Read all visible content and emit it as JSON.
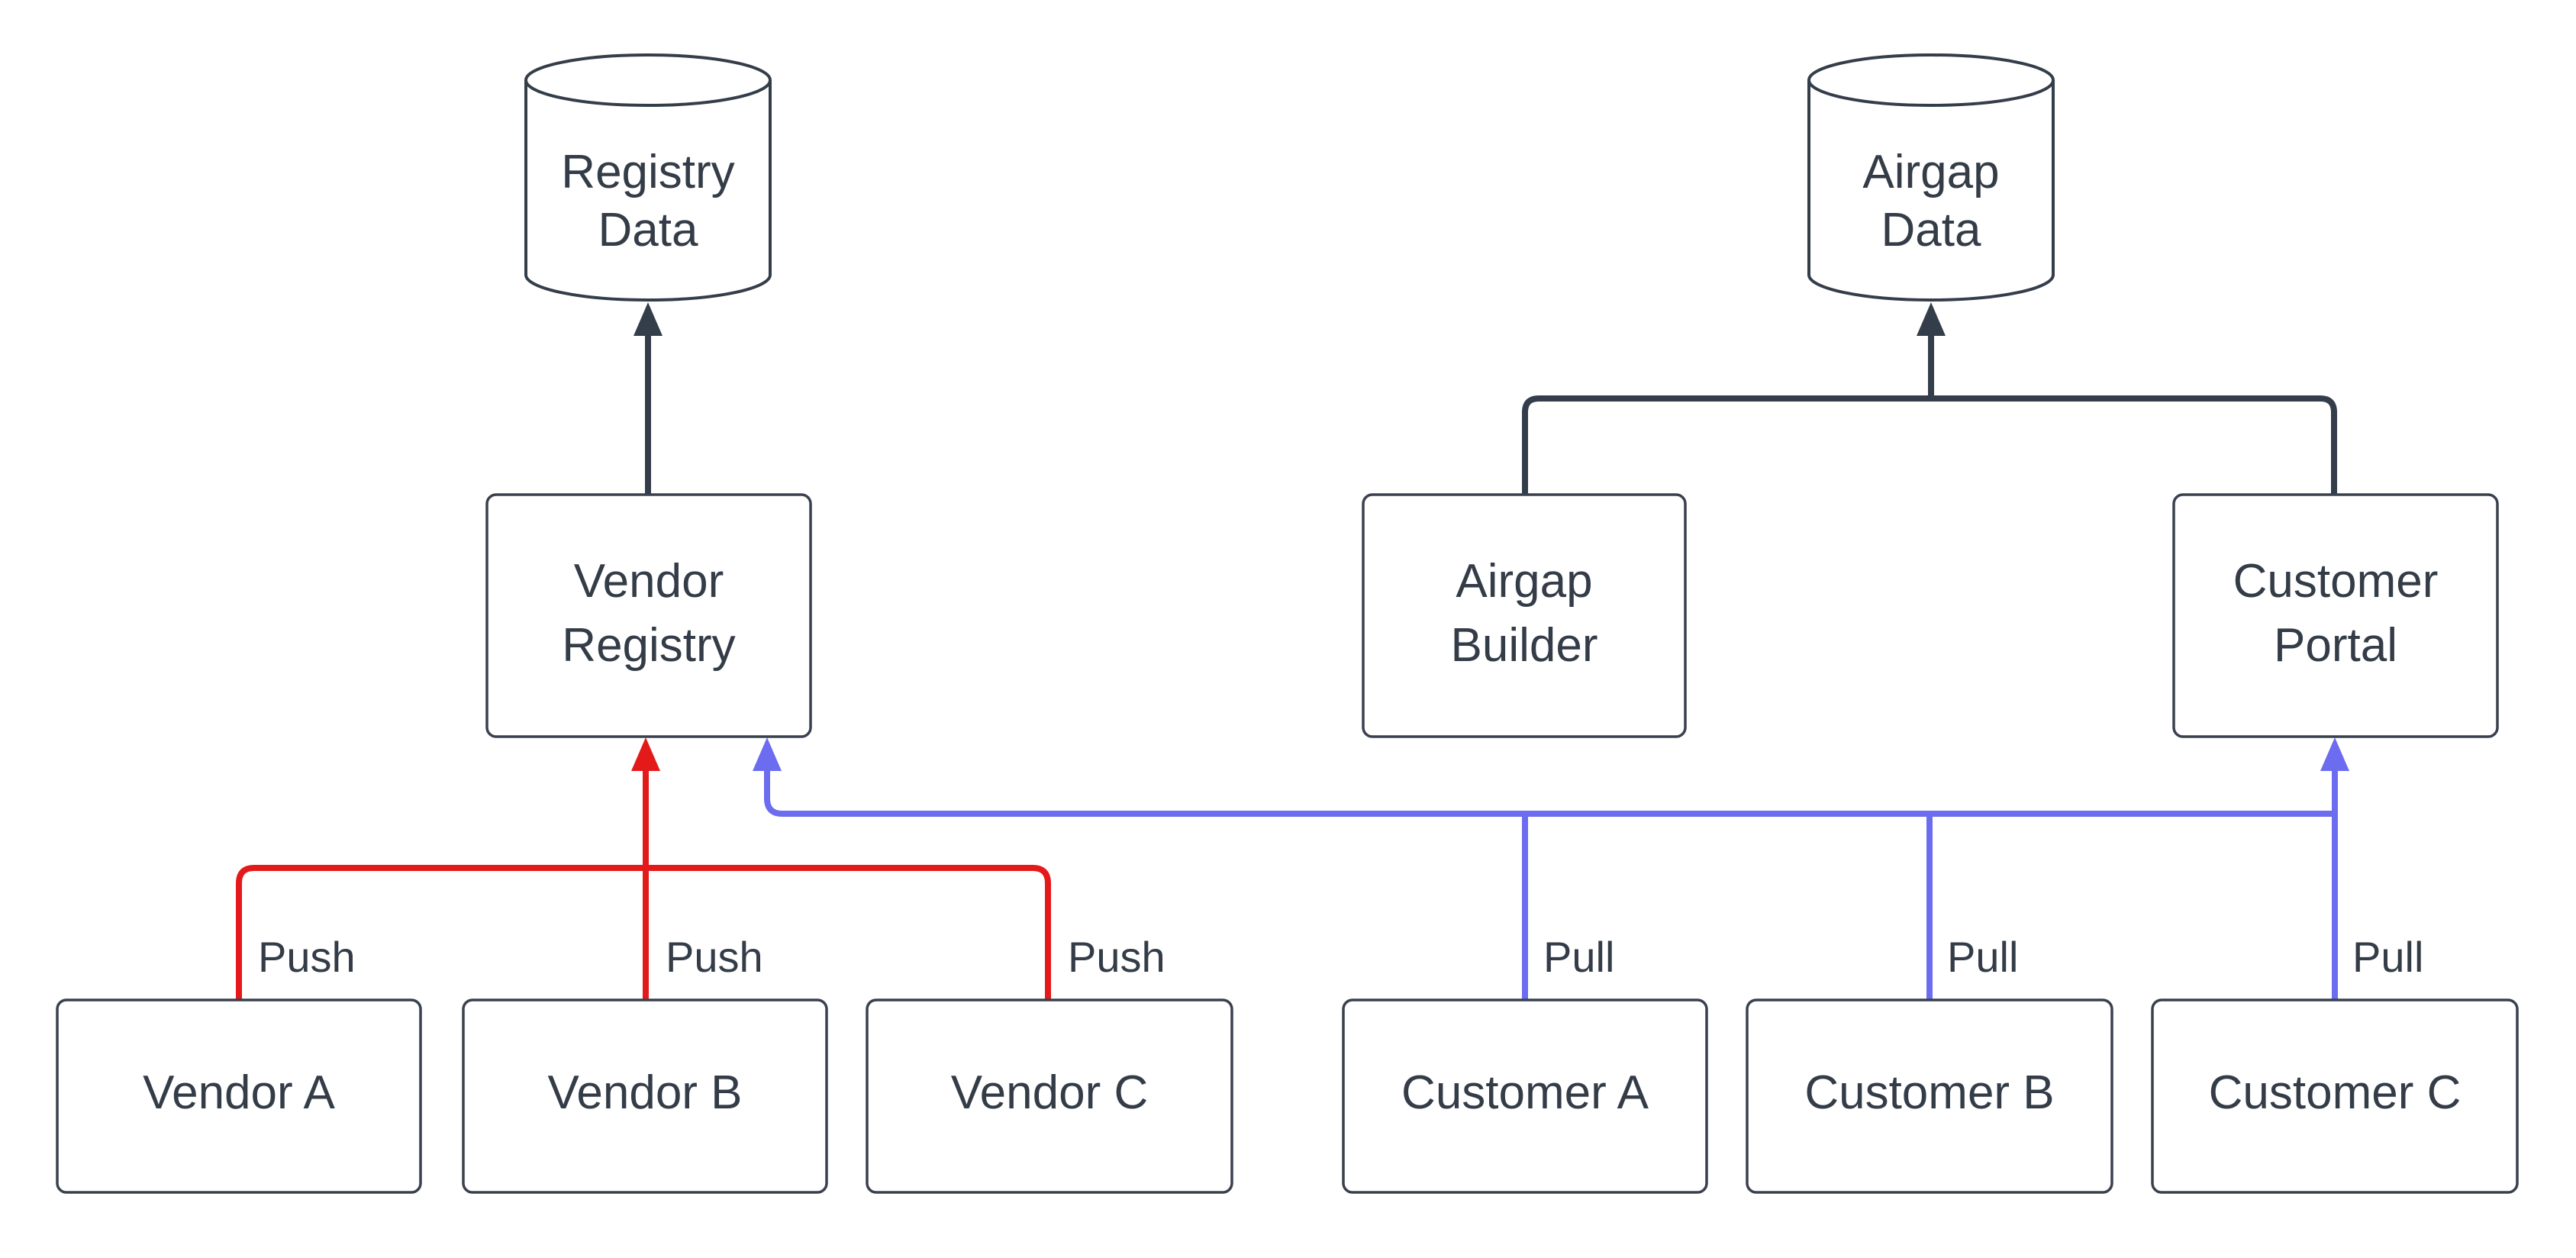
{
  "diagram": {
    "background": "#ffffff",
    "colors": {
      "node_border": "#39414f",
      "dark_edge": "#343d4a",
      "push_red": "#e41a1a",
      "pull_blue": "#6c6cf0",
      "text": "#333c47"
    },
    "nodes": {
      "registry_data": {
        "shape": "cylinder",
        "line1": "Registry",
        "line2": "Data"
      },
      "airgap_data": {
        "shape": "cylinder",
        "line1": "Airgap",
        "line2": "Data"
      },
      "vendor_registry": {
        "shape": "rect",
        "line1": "Vendor",
        "line2": "Registry"
      },
      "airgap_builder": {
        "shape": "rect",
        "line1": "Airgap",
        "line2": "Builder"
      },
      "customer_portal": {
        "shape": "rect",
        "line1": "Customer",
        "line2": "Portal"
      },
      "vendor_a": {
        "shape": "rect",
        "label": "Vendor A"
      },
      "vendor_b": {
        "shape": "rect",
        "label": "Vendor B"
      },
      "vendor_c": {
        "shape": "rect",
        "label": "Vendor C"
      },
      "customer_a": {
        "shape": "rect",
        "label": "Customer A"
      },
      "customer_b": {
        "shape": "rect",
        "label": "Customer B"
      },
      "customer_c": {
        "shape": "rect",
        "label": "Customer C"
      }
    },
    "edge_labels": {
      "push_a": "Push",
      "push_b": "Push",
      "push_c": "Push",
      "pull_a": "Pull",
      "pull_b": "Pull",
      "pull_c": "Pull"
    }
  }
}
